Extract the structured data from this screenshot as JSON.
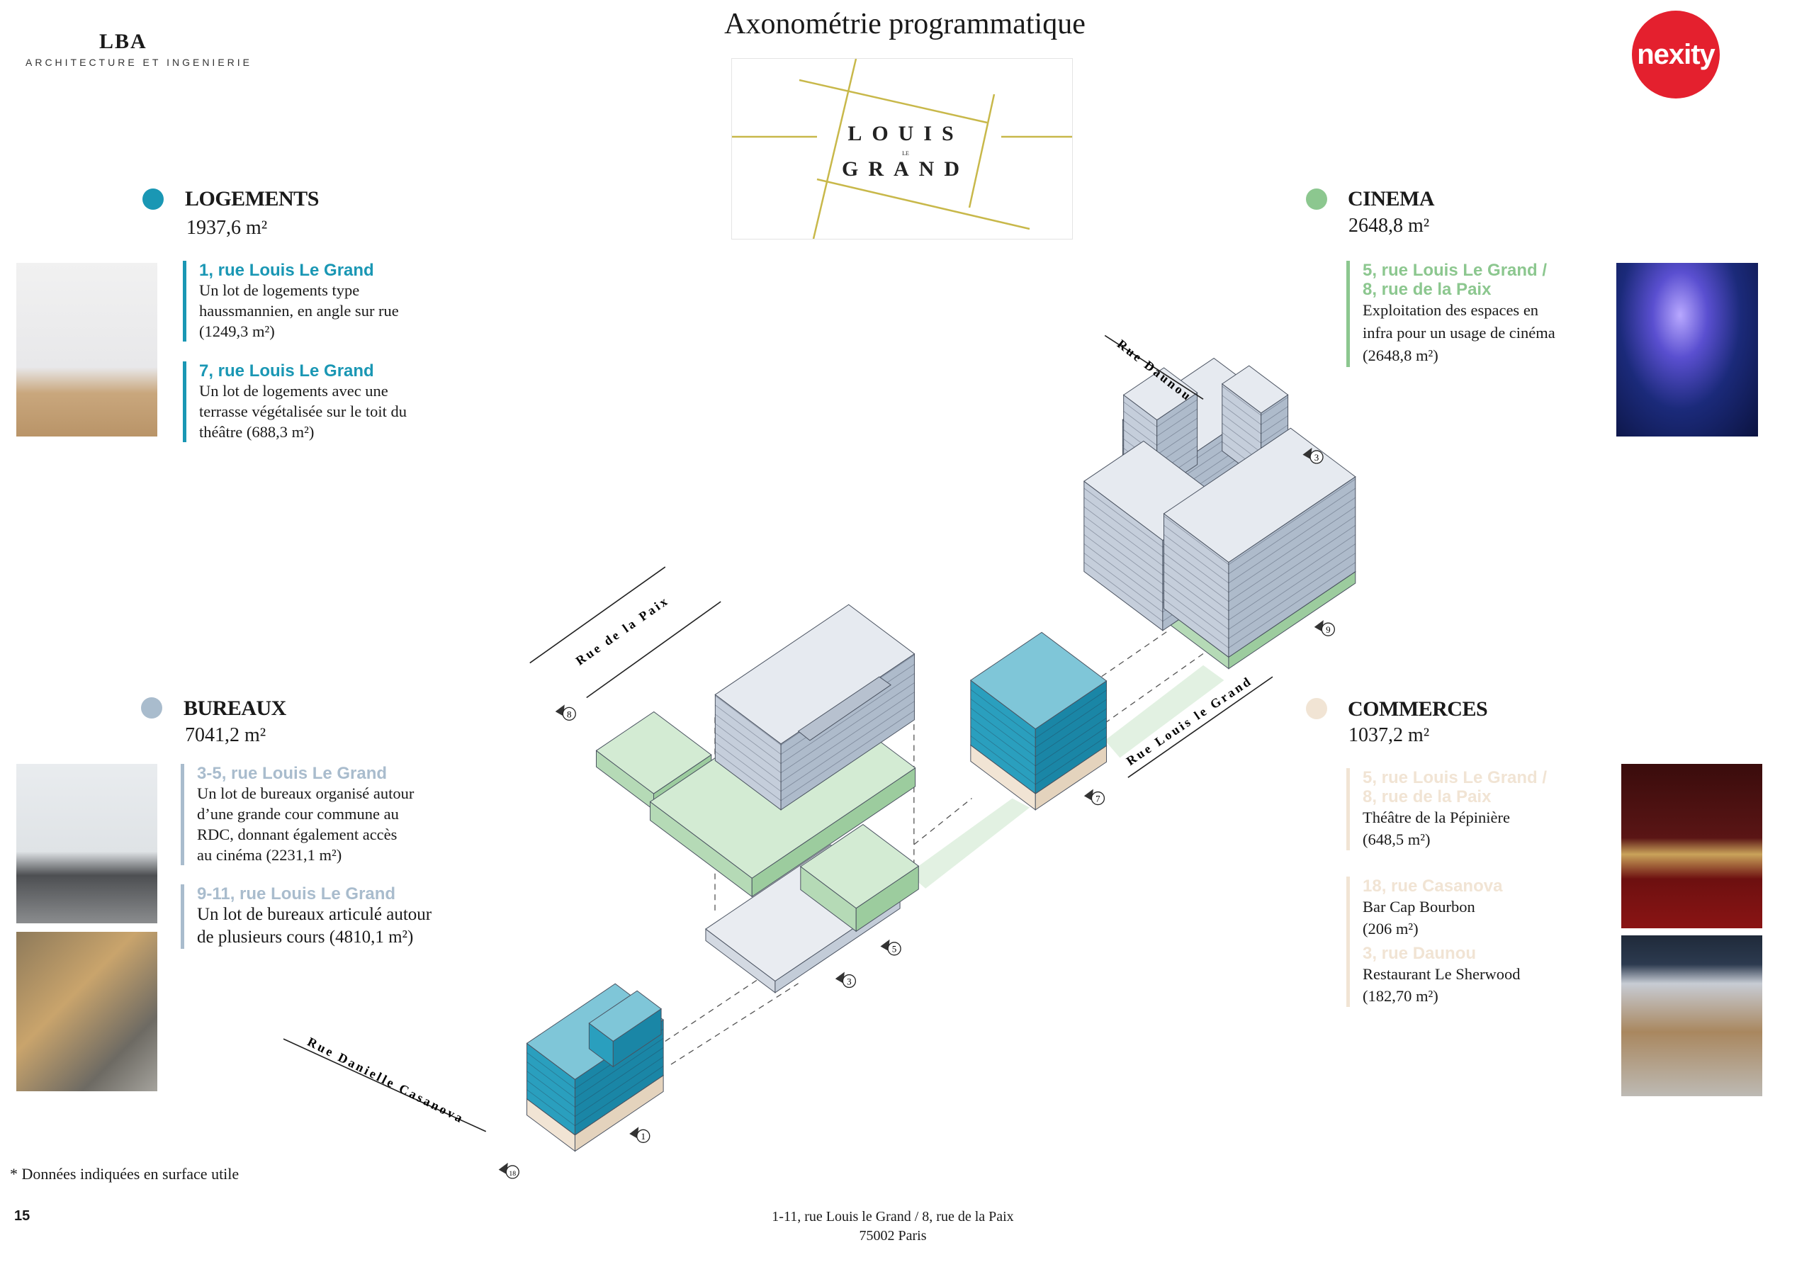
{
  "header": {
    "brand": "LBA",
    "brand_subtitle": "ARCHITECTURE ET INGENIERIE",
    "title": "Axonométrie programmatique",
    "project_logo": {
      "line1": "LOUIS",
      "line2": "LE",
      "line3": "GRAND"
    },
    "client_logo": "nexity"
  },
  "colors": {
    "logements": "#1a97b4",
    "bureaux": "#a9bccd",
    "cinema": "#8cc78f",
    "commerces": "#f1e4d4",
    "nexity": "#e4202e",
    "logo_gold": "#c8b84a"
  },
  "sections": {
    "logements": {
      "title": "LOGEMENTS",
      "area": "1937,6 m²",
      "entries": [
        {
          "address": "1, rue Louis Le Grand",
          "text": [
            "Un lot de logements type",
            "haussmannien, en angle sur rue",
            "(1249,3 m²)"
          ]
        },
        {
          "address": "7, rue Louis Le Grand",
          "text": [
            "Un lot de logements avec une",
            "terrasse végétalisée sur le toit du",
            "théâtre (688,3 m²)"
          ]
        }
      ]
    },
    "bureaux": {
      "title": "BUREAUX",
      "area": "7041,2 m²",
      "entries": [
        {
          "address": "3-5, rue Louis Le Grand",
          "text": [
            "Un lot de bureaux organisé autour",
            "d’une grande cour commune au",
            "RDC, donnant également accès",
            "au cinéma (2231,1 m²)"
          ]
        },
        {
          "address": "9-11, rue Louis Le Grand",
          "text": [
            "Un lot de bureaux articulé autour",
            "de plusieurs cours (4810,1 m²)"
          ]
        }
      ]
    },
    "cinema": {
      "title": "CINEMA",
      "area": "2648,8 m²",
      "entries": [
        {
          "address": [
            "5, rue Louis Le Grand /",
            "8, rue de la Paix"
          ],
          "text": [
            "Exploitation des espaces en",
            "infra pour un usage de cinéma",
            "(2648,8 m²)"
          ]
        }
      ]
    },
    "commerces": {
      "title": "COMMERCES",
      "area": "1037,2 m²",
      "entries": [
        {
          "address": [
            "5, rue Louis Le Grand /",
            "8, rue de la Paix"
          ],
          "text": [
            "Théâtre de la Pépinière",
            "(648,5 m²)"
          ]
        },
        {
          "address": [
            "18, rue Casanova"
          ],
          "text": [
            "Bar Cap Bourbon",
            "(206 m²)"
          ]
        },
        {
          "address": [
            "3, rue Daunou"
          ],
          "text": [
            "Restaurant Le Sherwood",
            "(182,70 m²)"
          ]
        }
      ]
    }
  },
  "diagram": {
    "streets": [
      "Rue de la Paix",
      "Rue Daunou",
      "Rue Louis le Grand",
      "Rue Danielle Casanova"
    ],
    "entrances": [
      "8",
      "3",
      "5",
      "1",
      "18",
      "7",
      "9",
      "3"
    ]
  },
  "footer": {
    "note": "* Données indiquées en surface utile",
    "page_number": "15",
    "address_line1": "1-11, rue Louis le Grand / 8, rue de la Paix",
    "address_line2": "75002 Paris"
  }
}
